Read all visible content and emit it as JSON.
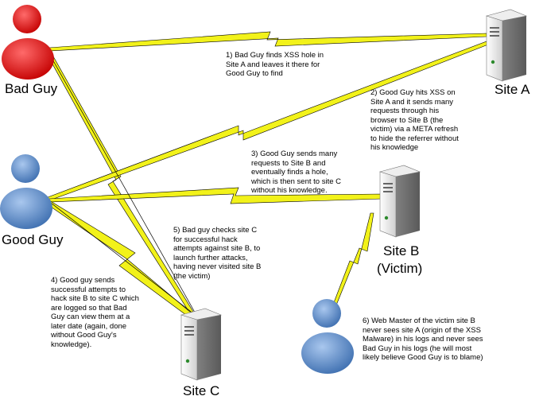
{
  "actors": {
    "bad_guy": {
      "label": "Bad Guy",
      "color": "#e8161a"
    },
    "good_guy": {
      "label": "Good Guy",
      "color": "#6d97cf"
    },
    "web_master": {
      "color": "#6d97cf"
    }
  },
  "servers": {
    "site_a": {
      "label": "Site A"
    },
    "site_b": {
      "label": "Site B",
      "sublabel": "(Victim)"
    },
    "site_c": {
      "label": "Site C"
    }
  },
  "link_color": "#f2f21a",
  "notes": {
    "n1": "1) Bad Guy finds XSS hole in\nSite A and leaves it there for\nGood Guy to find",
    "n2": "2) Good Guy hits XSS on\nSite A and it sends many\nrequests through his\nbrowser to Site B (the\nvictim) via a META refresh\nto hide the referrer without\nhis knowledge",
    "n3": "3) Good Guy sends many\nrequests to Site B and\neventually finds a hole,\nwhich is then sent to site C\nwithout his knowledge.",
    "n4": "4) Good guy sends\nsuccessful attempts to\nhack site B to site C which\nare logged so that Bad\nGuy can view them at a\nlater date (again, done\nwithout Good Guy's\nknowledge).",
    "n5": "5) Bad guy checks site C\nfor successful hack\nattempts against site B, to\nlaunch further attacks,\nhaving never visited site B\n(the victim)",
    "n6": "6) Web Master of the victim site B\nnever sees site A (origin of the XSS\nMalware)  in his logs and never sees\nBad Guy in his logs (he will most\nlikely believe Good Guy is to blame)"
  }
}
